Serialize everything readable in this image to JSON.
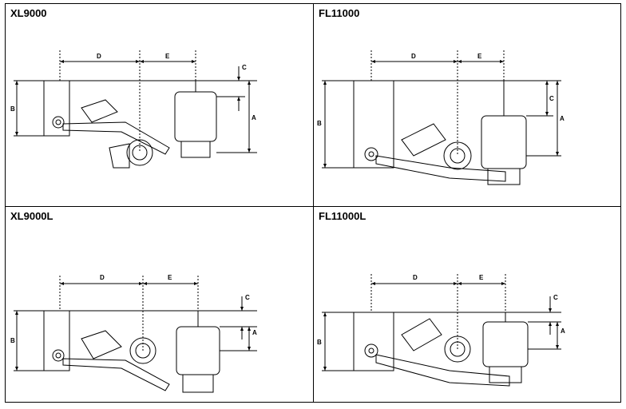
{
  "panels": [
    {
      "title": "XL9000",
      "labels": {
        "a": "A",
        "b": "B",
        "c": "C",
        "d": "D",
        "e": "E"
      }
    },
    {
      "title": "FL11000",
      "labels": {
        "a": "A",
        "b": "B",
        "c": "C",
        "d": "D",
        "e": "E"
      }
    },
    {
      "title": "XL9000L",
      "labels": {
        "a": "A",
        "b": "B",
        "c": "C",
        "d": "D",
        "e": "E"
      }
    },
    {
      "title": "FL11000L",
      "labels": {
        "a": "A",
        "b": "B",
        "c": "C",
        "d": "D",
        "e": "E"
      }
    }
  ]
}
